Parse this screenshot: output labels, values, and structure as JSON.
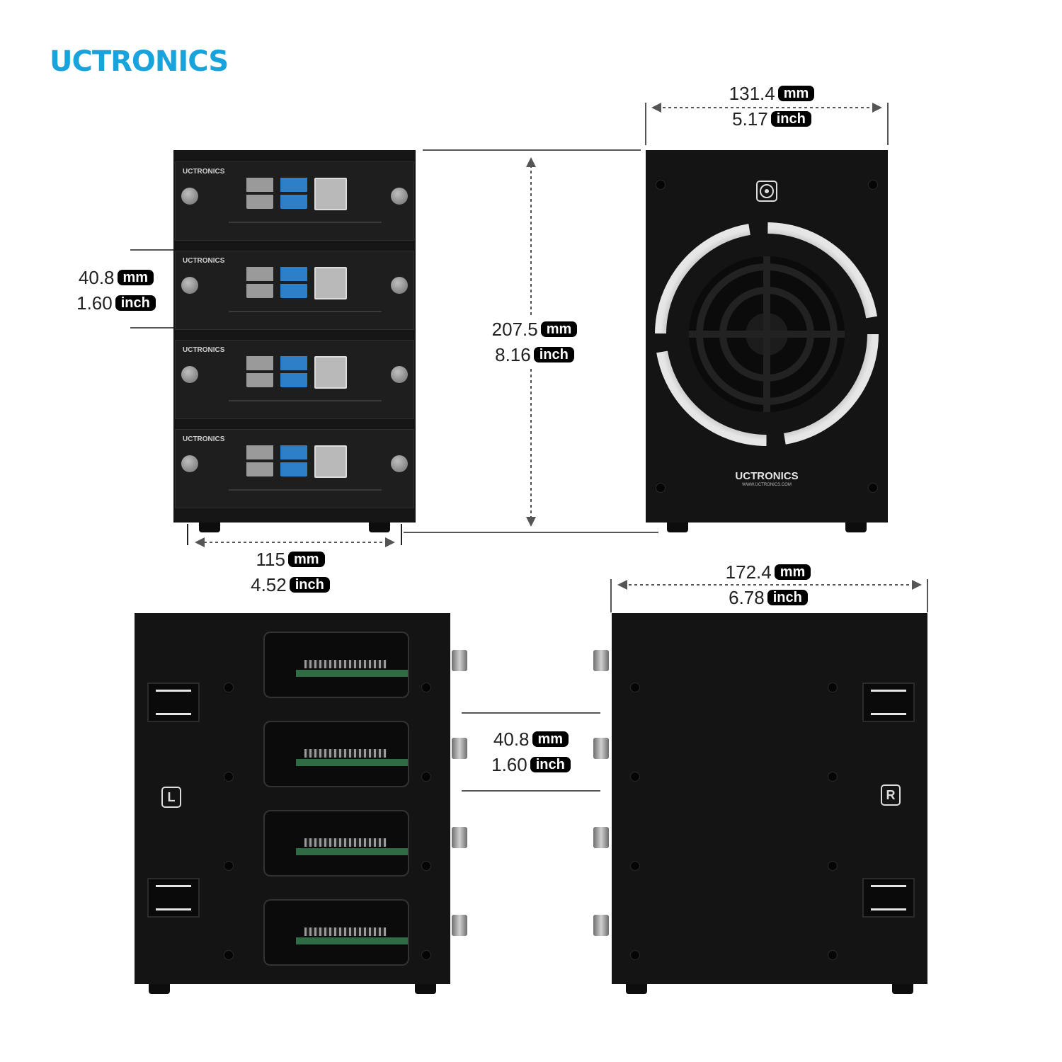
{
  "brand": {
    "logo_text": "UCTRONICS",
    "accent_color": "#19a3dc"
  },
  "dimensions": {
    "front_width": {
      "value": "115",
      "unit": "mm",
      "value_inch": "4.52",
      "unit_inch": "inch"
    },
    "front_height": {
      "value": "207.5",
      "unit": "mm",
      "value_inch": "8.16",
      "unit_inch": "inch"
    },
    "bay_height": {
      "value": "40.8",
      "unit": "mm",
      "value_inch": "1.60",
      "unit_inch": "inch"
    },
    "back_width": {
      "value": "131.4",
      "unit": "mm",
      "value_inch": "5.17",
      "unit_inch": "inch"
    },
    "depth": {
      "value": "172.4",
      "unit": "mm",
      "value_inch": "6.78",
      "unit_inch": "inch"
    },
    "side_bay_height": {
      "value": "40.8",
      "unit": "mm",
      "value_inch": "1.60",
      "unit_inch": "inch"
    }
  },
  "front_panels": [
    {
      "brand": "UCTRONICS"
    },
    {
      "brand": "UCTRONICS"
    },
    {
      "brand": "UCTRONICS"
    },
    {
      "brand": "UCTRONICS"
    }
  ],
  "back_view": {
    "brand": "UCTRONICS",
    "url": "WWW.UCTRONICS.COM"
  },
  "side_labels": {
    "left": "L",
    "right": "R"
  }
}
